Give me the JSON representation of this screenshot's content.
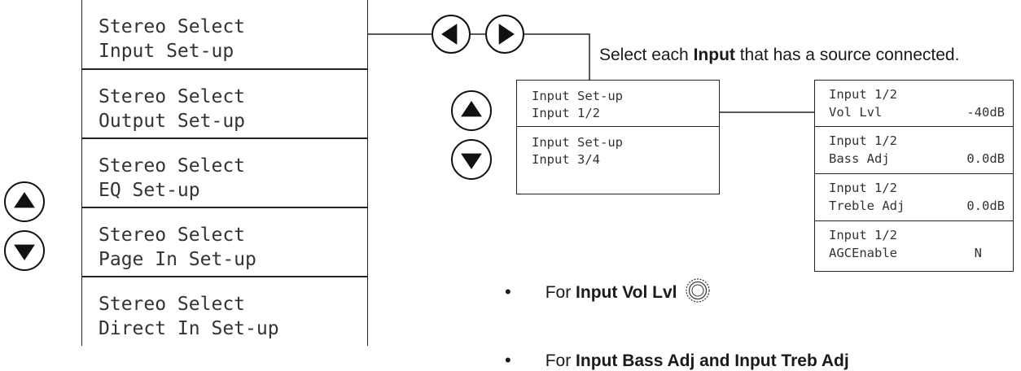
{
  "stereo_menu": [
    {
      "line1": "Stereo Select",
      "line2": "Input Set-up"
    },
    {
      "line1": "Stereo Select",
      "line2": "Output Set-up"
    },
    {
      "line1": "Stereo Select",
      "line2": "EQ Set-up"
    },
    {
      "line1": "Stereo Select",
      "line2": "Page In Set-up"
    },
    {
      "line1": "Stereo Select",
      "line2": "Direct In Set-up"
    }
  ],
  "input_menu": [
    {
      "line1": "Input Set-up",
      "line2": "Input 1/2"
    },
    {
      "line1": "Input Set-up",
      "line2": "Input 3/4"
    }
  ],
  "input_settings": [
    {
      "line1": "Input 1/2",
      "param": "Vol Lvl",
      "value": "-40dB"
    },
    {
      "line1": "Input 1/2",
      "param": "Bass Adj",
      "value": "0.0dB"
    },
    {
      "line1": "Input 1/2",
      "param": "Treble Adj",
      "value": "0.0dB"
    },
    {
      "line1": "Input 1/2",
      "param": "AGCEnable",
      "value": "N"
    }
  ],
  "caption": {
    "pre": "Select each ",
    "bold": "Input",
    "post": " that has a source connected."
  },
  "bullets": [
    {
      "mark": "•",
      "pre": "For ",
      "bold": "Input Vol Lvl",
      "icon": "rotary-knob-icon"
    },
    {
      "mark": "•",
      "pre": "For ",
      "bold": "Input Bass Adj and Input Treb Adj"
    }
  ],
  "icons": {
    "up": "up-arrow-icon",
    "down": "down-arrow-icon",
    "left": "left-arrow-icon",
    "right": "right-arrow-icon"
  }
}
